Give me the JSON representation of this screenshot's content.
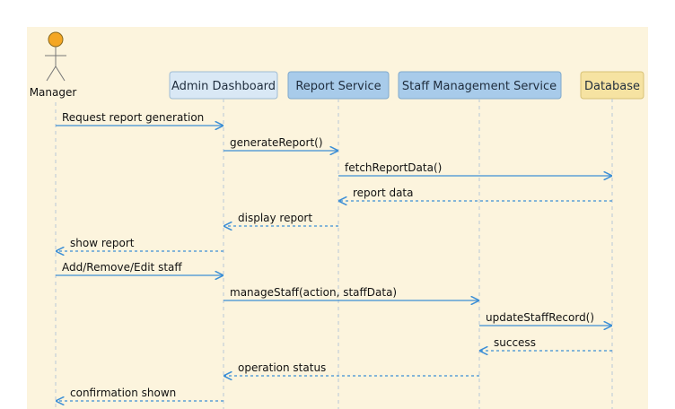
{
  "diagram": {
    "type": "sequence",
    "actor": {
      "name": "Manager",
      "color": "#f4a623"
    },
    "participants": [
      {
        "id": "admin",
        "name": "Admin Dashboard",
        "fill": "#d9e8f5",
        "stroke": "#9fbbd3"
      },
      {
        "id": "report",
        "name": "Report Service",
        "fill": "#a8cbea",
        "stroke": "#7fa9cc"
      },
      {
        "id": "staff",
        "name": "Staff Management Service",
        "fill": "#a8cbea",
        "stroke": "#7fa9cc"
      },
      {
        "id": "db",
        "name": "Database",
        "fill": "#f6e3a2",
        "stroke": "#d7c277"
      }
    ],
    "messages": [
      {
        "from": "manager",
        "to": "admin",
        "label": "Request report generation",
        "style": "solid"
      },
      {
        "from": "admin",
        "to": "report",
        "label": "generateReport()",
        "style": "solid"
      },
      {
        "from": "report",
        "to": "db",
        "label": "fetchReportData()",
        "style": "solid"
      },
      {
        "from": "db",
        "to": "report",
        "label": "report data",
        "style": "dashed"
      },
      {
        "from": "report",
        "to": "admin",
        "label": "display report",
        "style": "dashed"
      },
      {
        "from": "admin",
        "to": "manager",
        "label": "show report",
        "style": "dashed"
      },
      {
        "from": "manager",
        "to": "admin",
        "label": "Add/Remove/Edit staff",
        "style": "solid"
      },
      {
        "from": "admin",
        "to": "staff",
        "label": "manageStaff(action, staffData)",
        "style": "solid"
      },
      {
        "from": "staff",
        "to": "db",
        "label": "updateStaffRecord()",
        "style": "solid"
      },
      {
        "from": "db",
        "to": "staff",
        "label": "success",
        "style": "dashed"
      },
      {
        "from": "staff",
        "to": "admin",
        "label": "operation status",
        "style": "dashed"
      },
      {
        "from": "admin",
        "to": "manager",
        "label": "confirmation shown",
        "style": "dashed"
      }
    ],
    "colors": {
      "arrow": "#3d8fd6",
      "lifeline": "#b9c9d6"
    }
  }
}
